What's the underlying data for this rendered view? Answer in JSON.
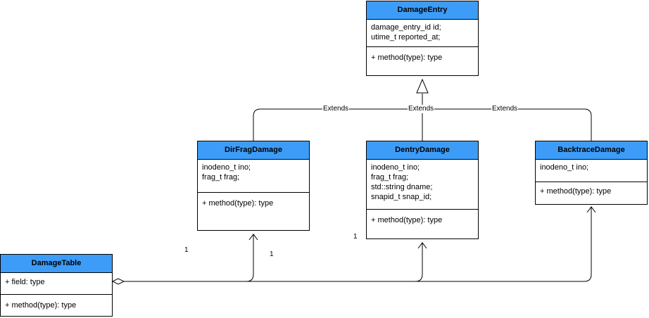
{
  "classes": {
    "damage_entry": {
      "name": "DamageEntry",
      "fields": [
        "damage_entry_id id;",
        "utime_t reported_at;"
      ],
      "methods": [
        "+ method(type): type"
      ]
    },
    "dirfrag_damage": {
      "name": "DirFragDamage",
      "fields": [
        "inodeno_t ino;",
        "frag_t frag;"
      ],
      "methods": [
        "+ method(type): type"
      ]
    },
    "dentry_damage": {
      "name": "DentryDamage",
      "fields": [
        "inodeno_t ino;",
        "frag_t frag;",
        "std::string dname;",
        "snapid_t snap_id;"
      ],
      "methods": [
        "+ method(type): type"
      ]
    },
    "backtrace_damage": {
      "name": "BacktraceDamage",
      "fields": [
        "inodeno_t ino;"
      ],
      "methods": [
        "+ method(type): type"
      ]
    },
    "damage_table": {
      "name": "DamageTable",
      "fields": [
        "+ field: type"
      ],
      "methods": [
        "+ method(type): type"
      ]
    }
  },
  "edge_labels": {
    "extends_left": "Extends",
    "extends_middle": "Extends",
    "extends_right": "Extends",
    "multiplicity_a": "1",
    "multiplicity_b": "1",
    "multiplicity_c": "1"
  }
}
